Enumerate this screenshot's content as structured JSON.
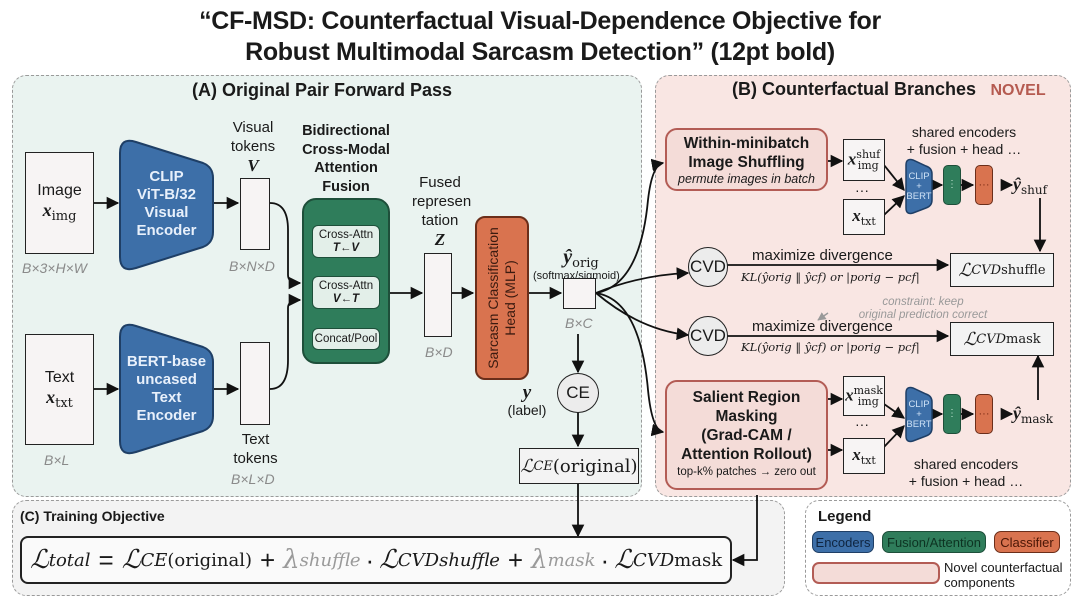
{
  "title": {
    "line1": "“CF-MSD: Counterfactual Visual-Dependence Objective for",
    "line2": "Robust Multimodal Sarcasm Detection” (12pt bold)"
  },
  "panelA": {
    "title": "(A) Original Pair Forward Pass",
    "image_input": {
      "label": "Image",
      "var": "x",
      "sub": "img",
      "dim": "B×3×H×W"
    },
    "text_input": {
      "label": "Text",
      "var": "x",
      "sub": "txt",
      "dim": "B×L"
    },
    "clip_encoder": {
      "lines": [
        "CLIP",
        "ViT-B/32",
        "Visual",
        "Encoder"
      ]
    },
    "bert_encoder": {
      "lines": [
        "BERT-base",
        "uncased",
        "Text",
        "Encoder"
      ]
    },
    "visual_tokens": {
      "lines": [
        "Visual",
        "tokens"
      ],
      "var": "V",
      "dim": "B×N×D"
    },
    "text_tokens": {
      "lines": [
        "Text",
        "tokens"
      ],
      "dim": "B×L×D"
    },
    "fusion": {
      "title": [
        "Bidirectional",
        "Cross-Modal",
        "Attention",
        "Fusion"
      ],
      "sub1": {
        "label": "Cross-Attn",
        "formula": "T←V"
      },
      "sub2": {
        "label": "Cross-Attn",
        "formula": "V←T"
      },
      "sub3": {
        "label": "Concat/Pool"
      }
    },
    "fused": {
      "lines": [
        "Fused",
        "represen",
        "tation"
      ],
      "var": "Z",
      "dim": "B×D"
    },
    "head": {
      "lines": [
        "Sarcasm Classification",
        "Head (MLP)"
      ]
    },
    "yorig": {
      "var": "ŷ",
      "sub": "orig",
      "note": "(softmax/sigmoid)",
      "dim": "B×C"
    },
    "label": {
      "var": "y",
      "note": "(label)"
    },
    "ce": {
      "label": "CE"
    },
    "loss_ce": {
      "main": "ℒ",
      "sub": "CE",
      "arg": "(original)"
    }
  },
  "panelB": {
    "title": "(B) Counterfactual Branches",
    "badge": "NOVEL",
    "shuffle": {
      "title": [
        "Within-minibatch",
        "Image Shuffling"
      ],
      "desc": "permute images in batch",
      "img_var": {
        "var": "x",
        "sup": "shuf",
        "sub": "img"
      },
      "txt_var": {
        "var": "x",
        "sub": "txt"
      },
      "ellipsis": "···",
      "shared": [
        "shared encoders",
        "+ fusion + head …"
      ],
      "encoder": [
        "CLIP",
        "+",
        "BERT"
      ],
      "fusion_dots": "⋮",
      "head_dots": "···",
      "output": {
        "var": "ŷ",
        "sub": "shuf"
      }
    },
    "cvd1": {
      "label": "CVD",
      "caption": "maximize divergence",
      "formula": "KL(ŷorig ‖ ŷcf) or |porig − pcf|"
    },
    "cvd2": {
      "label": "CVD",
      "caption": "maximize divergence",
      "formula": "KL(ŷorig ‖ ŷcf) or |porig − pcf|"
    },
    "loss_shuffle": {
      "main": "ℒ",
      "sub_i": "CVD",
      "sub": "shuffle"
    },
    "loss_mask": {
      "main": "ℒ",
      "sub_i": "CVD",
      "sub": "mask"
    },
    "constraint": [
      "constraint: keep",
      "original prediction correct"
    ],
    "mask": {
      "title": [
        "Salient Region",
        "Masking",
        "(Grad-CAM /",
        "Attention Rollout)"
      ],
      "desc": "top-k% patches → zero out",
      "img_var": {
        "var": "x",
        "sup": "mask",
        "sub": "img"
      },
      "txt_var": {
        "var": "x",
        "sub": "txt"
      },
      "ellipsis": "···",
      "shared": [
        "shared encoders",
        "+ fusion + head …"
      ],
      "encoder": [
        "CLIP",
        "+",
        "BERT"
      ],
      "fusion_dots": "⋮",
      "head_dots": "···",
      "output": {
        "var": "ŷ",
        "sub": "mask"
      }
    }
  },
  "panelC": {
    "title": "(C) Training Objective",
    "equation": {
      "lhs": {
        "main": "ℒ",
        "sub": "total"
      },
      "eq": "=",
      "t1": {
        "main": "ℒ",
        "sub": "CE",
        "arg": "(original)"
      },
      "plus": "+",
      "lambda1": {
        "main": "λ",
        "sub": "shuffle"
      },
      "dot": "·",
      "t2": {
        "main": "ℒ",
        "sub_i": "CVDshuffle"
      },
      "lambda2": {
        "main": "λ",
        "sub": "mask"
      },
      "t3": {
        "main": "ℒ",
        "sub_i": "CVD",
        "sub": "mask"
      }
    }
  },
  "legend": {
    "title": "Legend",
    "items": [
      {
        "label": "Encoders",
        "color": "#3d6fa8"
      },
      {
        "label": "Fusion/Attention",
        "color": "#2f7d5b"
      },
      {
        "label": "Classifier",
        "color": "#d9734f"
      }
    ],
    "novel": {
      "label": [
        "Novel counterfactual",
        "components"
      ],
      "color": "#f4dcd8",
      "border": "#b35c55"
    }
  },
  "colors": {
    "encoder": "#3d6fa8",
    "fusion": "#2f7d5b",
    "classifier": "#d9734f",
    "panelA_bg": "#eaf3f0",
    "panelB_bg": "#f9e6e3",
    "novel_text": "#b55a50",
    "lambda_gray": "#9a9a9a"
  }
}
